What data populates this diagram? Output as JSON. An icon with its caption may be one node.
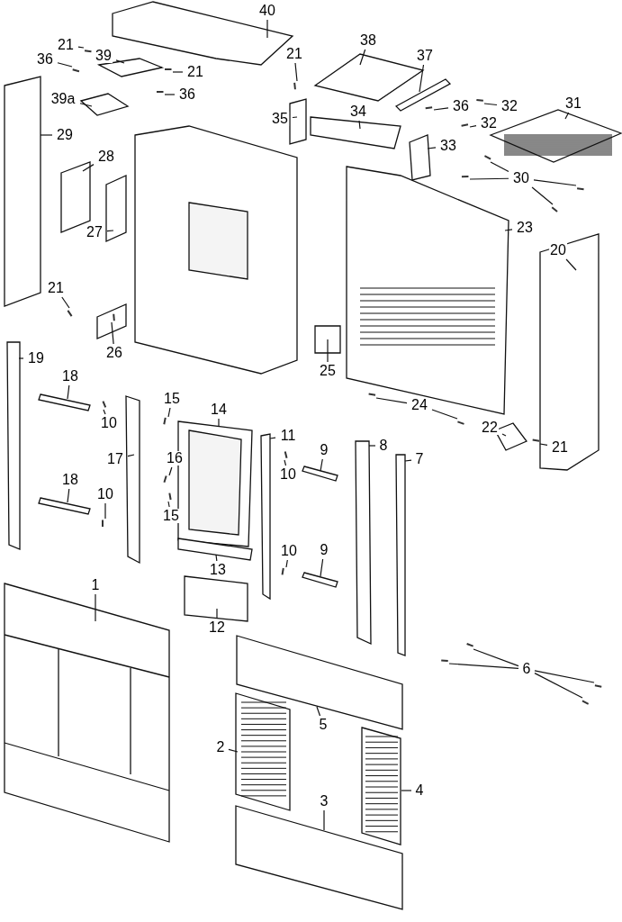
{
  "diagram": {
    "nodes": [
      {
        "text": [
          "40"
        ]
      },
      {
        "text": [
          "21"
        ]
      },
      {
        "text": [
          "36"
        ]
      },
      {
        "text": [
          "39"
        ]
      },
      {
        "text": [
          "21"
        ]
      },
      {
        "text": [
          "36"
        ]
      },
      {
        "text": [
          "39a"
        ]
      },
      {
        "text": [
          "21"
        ]
      },
      {
        "text": [
          "38"
        ]
      },
      {
        "text": [
          "37"
        ]
      },
      {
        "text": [
          "36"
        ]
      },
      {
        "text": [
          "32"
        ]
      },
      {
        "text": [
          "32"
        ]
      },
      {
        "text": [
          "31"
        ]
      },
      {
        "text": [
          "35"
        ]
      },
      {
        "text": [
          "34"
        ]
      },
      {
        "text": [
          "33"
        ]
      },
      {
        "text": [
          "29"
        ]
      },
      {
        "text": [
          "28"
        ]
      },
      {
        "text": [
          "27"
        ]
      },
      {
        "text": [
          "30"
        ]
      },
      {
        "text": [
          "23"
        ]
      },
      {
        "text": [
          "20"
        ]
      },
      {
        "text": [
          "21"
        ]
      },
      {
        "text": [
          "26"
        ]
      },
      {
        "text": [
          "25"
        ]
      },
      {
        "text": [
          "19"
        ]
      },
      {
        "text": [
          "18"
        ]
      },
      {
        "text": [
          "15"
        ]
      },
      {
        "text": [
          "14"
        ]
      },
      {
        "text": [
          "24"
        ]
      },
      {
        "text": [
          "10"
        ]
      },
      {
        "text": [
          "11"
        ]
      },
      {
        "text": [
          "8"
        ]
      },
      {
        "text": [
          "9"
        ]
      },
      {
        "text": [
          "7"
        ]
      },
      {
        "text": [
          "17"
        ]
      },
      {
        "text": [
          "16"
        ]
      },
      {
        "text": [
          "10"
        ]
      },
      {
        "text": [
          "22"
        ]
      },
      {
        "text": [
          "21"
        ]
      },
      {
        "text": [
          "18"
        ]
      },
      {
        "text": [
          "10"
        ]
      },
      {
        "text": [
          "15"
        ]
      },
      {
        "text": [
          "13"
        ]
      },
      {
        "text": [
          "9"
        ]
      },
      {
        "text": [
          "10"
        ]
      },
      {
        "text": [
          "12"
        ]
      },
      {
        "text": [
          "1"
        ]
      },
      {
        "text": [
          "6"
        ]
      },
      {
        "text": [
          "5"
        ]
      },
      {
        "text": [
          "2"
        ]
      },
      {
        "text": [
          "4"
        ]
      },
      {
        "text": [
          "3"
        ]
      }
    ],
    "edges": [
      {
        "from": 0,
        "to": null,
        "arrow": "none"
      },
      {
        "from": 1,
        "to": null,
        "arrow": "none"
      },
      {
        "from": 2,
        "to": null,
        "arrow": "none"
      },
      {
        "from": 3,
        "to": null,
        "arrow": "none"
      },
      {
        "from": 4,
        "to": null,
        "arrow": "none"
      },
      {
        "from": 5,
        "to": null,
        "arrow": "none"
      },
      {
        "from": 6,
        "to": null,
        "arrow": "none"
      },
      {
        "from": 7,
        "to": null,
        "arrow": "none"
      },
      {
        "from": 8,
        "to": null,
        "arrow": "none"
      },
      {
        "from": 9,
        "to": null,
        "arrow": "none"
      },
      {
        "from": 10,
        "to": null,
        "arrow": "none"
      },
      {
        "from": 11,
        "to": null,
        "arrow": "none"
      },
      {
        "from": 12,
        "to": null,
        "arrow": "none"
      },
      {
        "from": 13,
        "to": null,
        "arrow": "none"
      },
      {
        "from": 14,
        "to": null,
        "arrow": "none"
      },
      {
        "from": 15,
        "to": null,
        "arrow": "none"
      },
      {
        "from": 16,
        "to": null,
        "arrow": "none"
      },
      {
        "from": 17,
        "to": null,
        "arrow": "none"
      },
      {
        "from": 18,
        "to": null,
        "arrow": "none"
      },
      {
        "from": 19,
        "to": null,
        "arrow": "none"
      },
      {
        "from": 20,
        "to": null,
        "arrow": "none"
      },
      {
        "from": 20,
        "to": null,
        "arrow": "none"
      },
      {
        "from": 20,
        "to": null,
        "arrow": "none"
      },
      {
        "from": 20,
        "to": null,
        "arrow": "none"
      },
      {
        "from": 21,
        "to": null,
        "arrow": "none"
      },
      {
        "from": 22,
        "to": null,
        "arrow": "none"
      },
      {
        "from": 23,
        "to": null,
        "arrow": "none"
      },
      {
        "from": 24,
        "to": null,
        "arrow": "none"
      },
      {
        "from": 25,
        "to": null,
        "arrow": "none"
      },
      {
        "from": 26,
        "to": null,
        "arrow": "none"
      },
      {
        "from": 27,
        "to": null,
        "arrow": "none"
      },
      {
        "from": 28,
        "to": null,
        "arrow": "none"
      },
      {
        "from": 29,
        "to": null,
        "arrow": "none"
      },
      {
        "from": 30,
        "to": null,
        "arrow": "none"
      },
      {
        "from": 30,
        "to": null,
        "arrow": "none"
      },
      {
        "from": 31,
        "to": null,
        "arrow": "none"
      },
      {
        "from": 32,
        "to": null,
        "arrow": "none"
      },
      {
        "from": 33,
        "to": null,
        "arrow": "none"
      },
      {
        "from": 34,
        "to": null,
        "arrow": "none"
      },
      {
        "from": 35,
        "to": null,
        "arrow": "none"
      },
      {
        "from": 36,
        "to": null,
        "arrow": "none"
      },
      {
        "from": 37,
        "to": null,
        "arrow": "none"
      },
      {
        "from": 38,
        "to": null,
        "arrow": "none"
      },
      {
        "from": 39,
        "to": null,
        "arrow": "none"
      },
      {
        "from": 40,
        "to": null,
        "arrow": "none"
      },
      {
        "from": 41,
        "to": null,
        "arrow": "none"
      },
      {
        "from": 42,
        "to": null,
        "arrow": "none"
      },
      {
        "from": 43,
        "to": null,
        "arrow": "none"
      },
      {
        "from": 44,
        "to": null,
        "arrow": "none"
      },
      {
        "from": 45,
        "to": null,
        "arrow": "none"
      },
      {
        "from": 46,
        "to": null,
        "arrow": "none"
      },
      {
        "from": 47,
        "to": null,
        "arrow": "none"
      },
      {
        "from": 48,
        "to": null,
        "arrow": "none"
      },
      {
        "from": 49,
        "to": null,
        "arrow": "none"
      },
      {
        "from": 49,
        "to": null,
        "arrow": "none"
      },
      {
        "from": 49,
        "to": null,
        "arrow": "none"
      },
      {
        "from": 49,
        "to": null,
        "arrow": "none"
      },
      {
        "from": 50,
        "to": null,
        "arrow": "none"
      },
      {
        "from": 51,
        "to": null,
        "arrow": "none"
      },
      {
        "from": 52,
        "to": null,
        "arrow": "none"
      },
      {
        "from": 53,
        "to": null,
        "arrow": "none"
      }
    ]
  }
}
